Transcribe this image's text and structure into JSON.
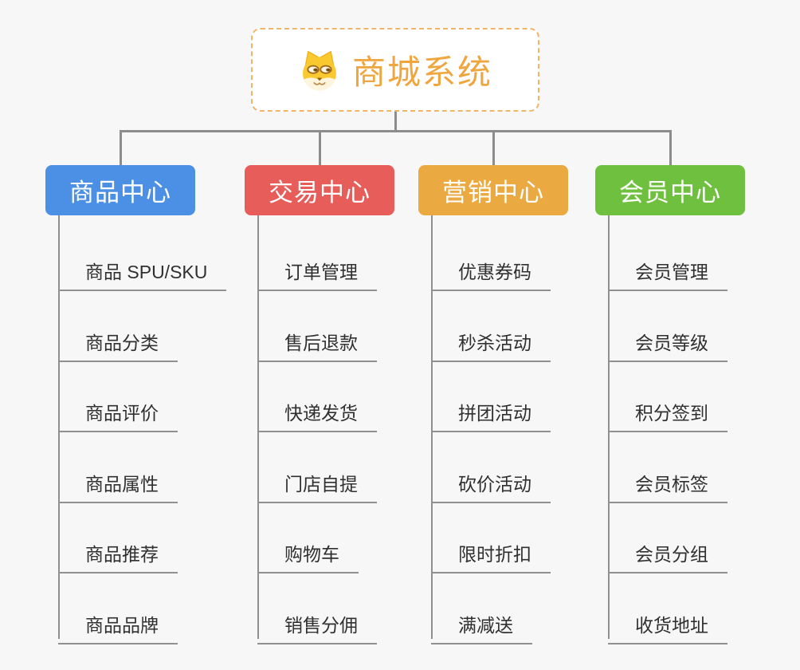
{
  "page": {
    "background": "#f7f7f7"
  },
  "root": {
    "label": "商城系统",
    "text_color": "#f0a63e",
    "border_color": "#f2b469",
    "icon": "dog-face-icon"
  },
  "connectors": {
    "tree_line_color": "#8c8c8c",
    "spine_line_color": "#909090",
    "leaf_underline_color": "#909090"
  },
  "leaf_text_color": "#303030",
  "branches": [
    {
      "label": "商品中心",
      "color": "#4b90e4",
      "children": [
        "商品 SPU/SKU",
        "商品分类",
        "商品评价",
        "商品属性",
        "商品推荐",
        "商品品牌"
      ]
    },
    {
      "label": "交易中心",
      "color": "#e65d5a",
      "children": [
        "订单管理",
        "售后退款",
        "快递发货",
        "门店自提",
        "购物车",
        "销售分佣"
      ]
    },
    {
      "label": "营销中心",
      "color": "#ebaa41",
      "children": [
        "优惠券码",
        "秒杀活动",
        "拼团活动",
        "砍价活动",
        "限时折扣",
        "满减送"
      ]
    },
    {
      "label": "会员中心",
      "color": "#70c040",
      "children": [
        "会员管理",
        "会员等级",
        "积分签到",
        "会员标签",
        "会员分组",
        "收货地址"
      ]
    }
  ]
}
